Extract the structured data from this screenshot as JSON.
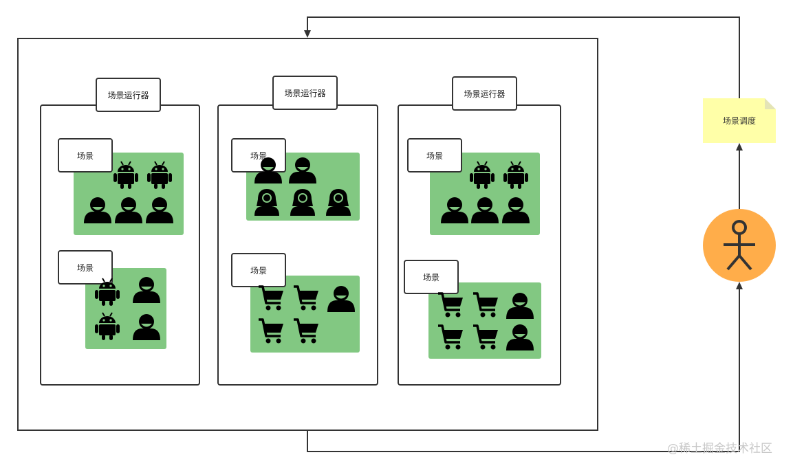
{
  "runners": [
    {
      "label": "场景运行器",
      "scenes": [
        {
          "label": "场景"
        },
        {
          "label": "场景"
        }
      ]
    },
    {
      "label": "场景运行器",
      "scenes": [
        {
          "label": "场景"
        },
        {
          "label": "场景"
        }
      ]
    },
    {
      "label": "场景运行器",
      "scenes": [
        {
          "label": "场景"
        },
        {
          "label": "场景"
        }
      ]
    }
  ],
  "scheduler": {
    "label": "场景调度"
  },
  "watermark": "@稀土掘金技术社区",
  "colors": {
    "scene_fill": "#82c882",
    "actor_fill": "#ffad4a",
    "note_fill": "#ffffa8",
    "stroke": "#333333"
  },
  "icon_types": [
    "android-icon",
    "person-icon",
    "female-person-icon",
    "cart-icon"
  ]
}
